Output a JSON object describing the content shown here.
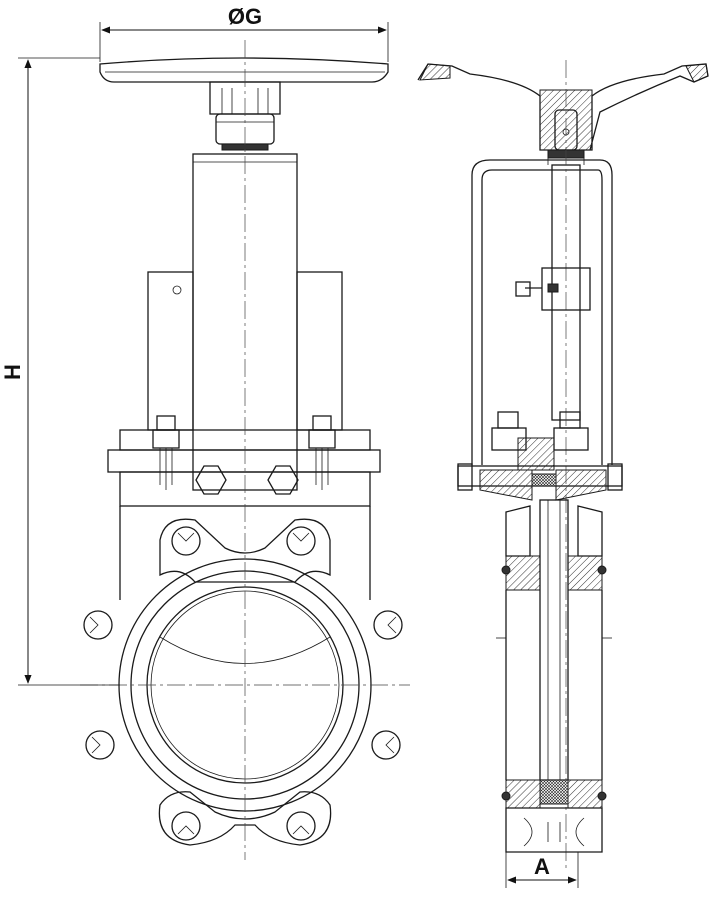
{
  "dimensions": {
    "handwheel_diameter": "ØG",
    "overall_height": "H",
    "face_to_face": "A"
  }
}
